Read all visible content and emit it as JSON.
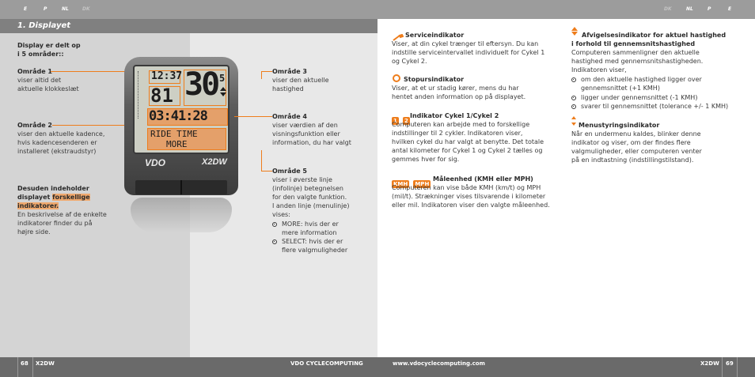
{
  "header": {
    "left_langs": [
      "E",
      "P",
      "NL",
      "DK"
    ],
    "right_langs": [
      "DK",
      "NL",
      "P",
      "E"
    ]
  },
  "section": {
    "title": "1. Displayet"
  },
  "left": {
    "intro": [
      "Display er delt op",
      "i 5 områder::"
    ],
    "area1": {
      "title": "Område 1",
      "lines": [
        "viser altid det",
        "aktuelle klokkeslæt"
      ]
    },
    "area2": {
      "title": "Område 2",
      "lines": [
        "viser den aktuelle kadence,",
        "hvis kadencesenderen er",
        "installeret (ekstraudstyr)"
      ]
    },
    "extra": {
      "line1": "Desuden indeholder",
      "line2a": "displayet ",
      "line2b": "forskellige",
      "line3": "indikatorer.",
      "lines": [
        "En beskrivelse af de enkelte",
        "indikatorer finder du på",
        "højre side."
      ]
    }
  },
  "device": {
    "time": "12:37",
    "cadence": "81",
    "speed": "30",
    "speed_small": "5",
    "trip": "03:41:28",
    "line1": "RIDE TIME",
    "line2": "MORE",
    "brand": "VDO",
    "model": "X2DW"
  },
  "mid": {
    "area3": {
      "title": "Område 3",
      "lines": [
        "viser den aktuelle",
        "hastighed"
      ]
    },
    "area4": {
      "title": "Område 4",
      "lines": [
        "viser værdien af den",
        "visningsfunktion eller",
        "information, du har valgt"
      ]
    },
    "area5": {
      "title": "Område 5",
      "lines": [
        "viser i øverste linje",
        "(infolinje) betegnelsen",
        "for den valgte funktion.",
        "I anden linje (menulinje)",
        "vises:"
      ],
      "bullets": [
        [
          "MORE: hvis der er",
          "mere information"
        ],
        [
          "SELECT: hvis der er",
          "flere valgmuligheder"
        ]
      ]
    }
  },
  "right1": {
    "service": {
      "title": "Serviceindikator",
      "lines": [
        "Viser, at din cykel trænger til eftersyn. Du kan",
        "indstille serviceintervallet individuelt for Cykel 1",
        "og Cykel 2."
      ]
    },
    "stopwatch": {
      "title": "Stopursindikator",
      "lines": [
        "Viser, at et ur stadig kører, mens du har",
        "hentet anden information op på displayet."
      ]
    },
    "bike": {
      "badge1": "1",
      "badge2": "2",
      "title": "Indikator Cykel 1/Cykel 2",
      "lines": [
        "Computeren kan arbejde med to forskellige",
        "indstillinger til 2 cykler. Indikatoren viser,",
        "hvilken cykel du har valgt at benytte. Det totale",
        "antal kilometer for Cykel 1 og Cykel 2 tælles og",
        "gemmes hver for sig."
      ]
    },
    "unit": {
      "badge1": "KMH",
      "badge2": "MPH",
      "title": "Måleenhed (KMH eller MPH)",
      "lines": [
        "Computeren kan vise både KMH (km/t) og MPH",
        "(mil/t). Strækninger vises tilsvarende i kilometer",
        "eller mil. Indikatoren viser den valgte måleenhed."
      ]
    }
  },
  "right2": {
    "deviation": {
      "title1": "Afvigelsesindikator for aktuel hastighed",
      "title2": "i forhold til gennemsnitshastighed",
      "lines": [
        "Computeren sammenligner den aktuelle",
        "hastighed med gennemsnitshastigheden.",
        "Indikatoren viser,"
      ],
      "bullets": [
        [
          "om den aktuelle hastighed ligger over",
          "gennemsnittet (+1 KMH)"
        ],
        [
          "ligger under gennemsnittet (-1 KMH)"
        ],
        [
          "svarer til gennemsnittet (tolerance +/- 1 KMH)"
        ]
      ]
    },
    "menu": {
      "title": "Menustyringsindikator",
      "lines": [
        "Når en undermenu kaldes, blinker denne",
        "indikator og viser, om der findes flere",
        "valgmuligheder, eller computeren venter",
        "på en indtastning (indstillingstilstand)."
      ]
    }
  },
  "footer": {
    "page_left": "68",
    "model_left": "X2DW",
    "brand": "VDO CYCLECOMPUTING",
    "url": "www.vdocyclecomputing.com",
    "model_right": "X2DW",
    "page_right": "69"
  }
}
